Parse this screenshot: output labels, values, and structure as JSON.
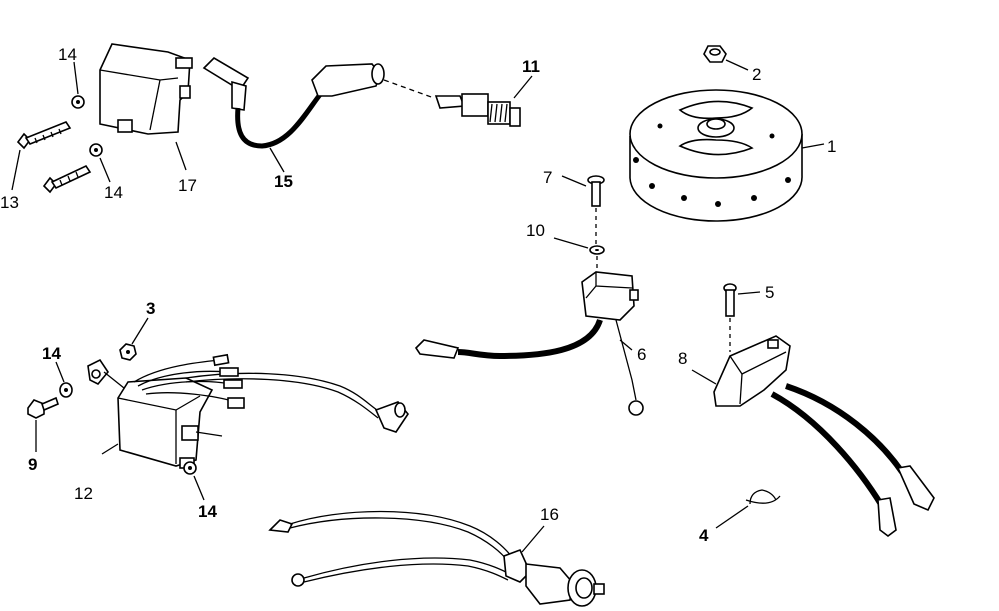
{
  "callouts": {
    "c1": "1",
    "c2": "2",
    "c3": "3",
    "c4": "4",
    "c5": "5",
    "c6": "6",
    "c7": "7",
    "c8": "8",
    "c9": "9",
    "c10": "10",
    "c11": "11",
    "c12": "12",
    "c13": "13",
    "c14a": "14",
    "c14b": "14",
    "c14c": "14",
    "c14d": "14",
    "c15": "15",
    "c16": "16",
    "c17": "17"
  }
}
